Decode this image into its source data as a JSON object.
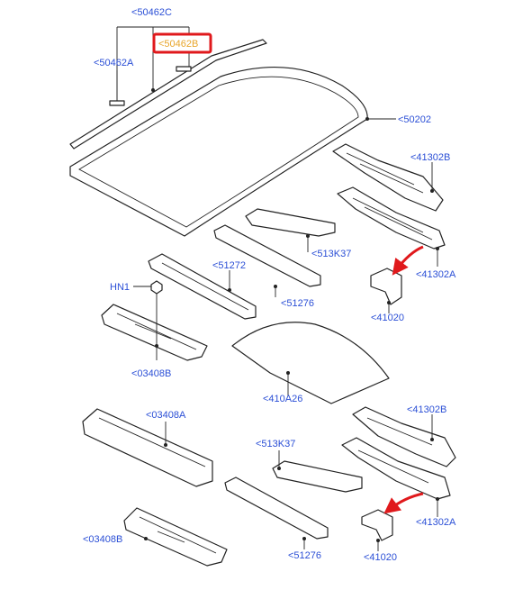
{
  "colors": {
    "label": "#2b4fd6",
    "leader": "#222222",
    "highlight_border": "#e0191c",
    "highlight_text": "#e8a52a",
    "arrow": "#e0191c"
  },
  "callouts": {
    "c50462C": "<50462C",
    "c50462B": "<50462B",
    "c50462A": "<50462A",
    "c50202": "<50202",
    "c41302B_top": "<41302B",
    "c513K37_top": "<513K37",
    "c41302A_top": "<41302A",
    "c51272": "<51272",
    "cHN1": "HN1",
    "c41020_top": "<41020",
    "c51276_top": "<51276",
    "c03408B_top": "<03408B",
    "c410A26": "<410A26",
    "c41302B_bottom": "<41302B",
    "c03408A": "<03408A",
    "c513K37_bottom": "<513K37",
    "c41302A_bottom": "<41302A",
    "c03408B_bottom": "<03408B",
    "c51276_bottom": "<51276",
    "c41020_bottom": "<41020"
  }
}
